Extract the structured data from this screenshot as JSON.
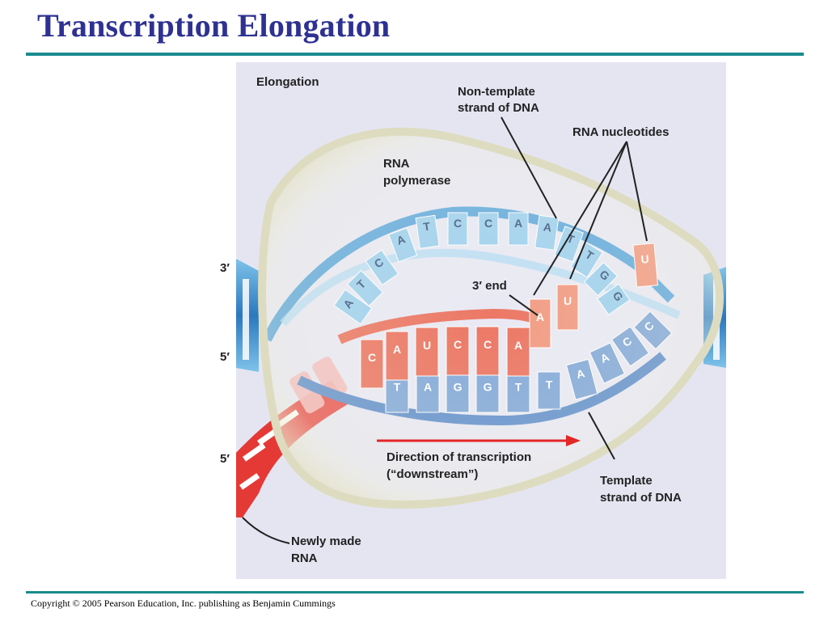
{
  "slide": {
    "title": "Transcription Elongation",
    "footer": "Copyright © 2005 Pearson Education, Inc. publishing as Benjamin Cummings"
  },
  "figure": {
    "panel_title": "Elongation",
    "labels": {
      "non_template_line1": "Non-template",
      "non_template_line2": "strand of DNA",
      "rna_nucleotides": "RNA nucleotides",
      "rna_polymerase_line1": "RNA",
      "rna_polymerase_line2": "polymerase",
      "three_prime_end": "3′ end",
      "direction_line1": "Direction of transcription",
      "direction_line2": "(“downstream”)",
      "template_line1": "Template",
      "template_line2": "strand of DNA",
      "newly_made_line1": "Newly made",
      "newly_made_line2": "RNA",
      "end_3prime": "3′",
      "end_5prime_dna": "5′",
      "end_5prime_rna": "5′"
    },
    "top_strand_bases": [
      "A",
      "T",
      "C",
      "A",
      "T",
      "C",
      "C",
      "A",
      "A",
      "T",
      "T",
      "G",
      "G"
    ],
    "rna_bases": [
      "C",
      "A",
      "U",
      "C",
      "C",
      "A"
    ],
    "incoming_nucleotides": [
      "A",
      "U",
      "U"
    ],
    "template_bases": [
      "T",
      "A",
      "G",
      "G",
      "T",
      "T",
      "A",
      "A",
      "C",
      "C"
    ],
    "colors": {
      "title": "#2e3192",
      "rule": "#1a8b8f",
      "dna_light": "#8fc9ec",
      "dna_dark": "#2a7fc4",
      "template_blue": "#6f9bd3",
      "rna_red": "#e8604a",
      "rna_light": "#f1a08c",
      "polymerase": "#e9e8d3",
      "panel_bg": "#e5e5f2",
      "arrow": "#e32626"
    }
  }
}
